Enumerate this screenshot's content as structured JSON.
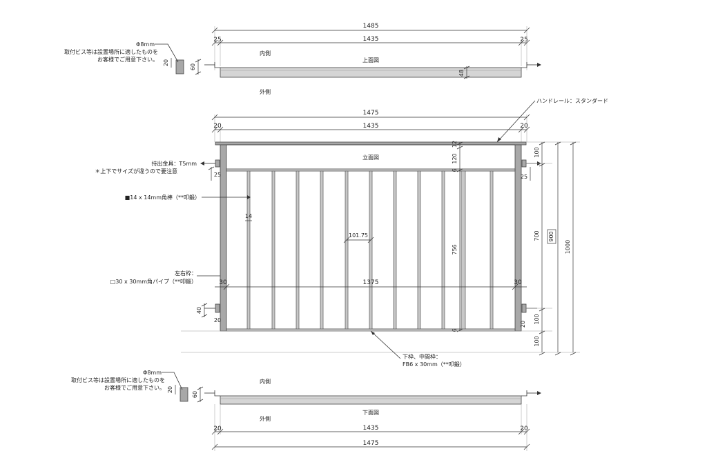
{
  "top_view": {
    "title": "上面図",
    "inside_label": "内側",
    "outside_label": "外側",
    "dim_total": "1485",
    "dim_inner": "1435",
    "dim_left": "25",
    "dim_right": "25",
    "dim_depth": "48",
    "bracket_height": "60",
    "bracket_width": "20",
    "screw_note_title": "Φ8mm",
    "screw_note_line1": "取付ビス等は設置場所に適したものを",
    "screw_note_line2": "お客様でご用意下さい。"
  },
  "elevation": {
    "title": "立面図",
    "dim_total": "1475",
    "dim_inner": "1435",
    "dim_left": "20",
    "dim_right": "20",
    "handrail_label": "ハンドレール：スタンダード",
    "bracket_label": "持出金具：T5mm",
    "bracket_note": "＊上下でサイズが違うので要注意",
    "baluster_label": "■14 x 14mm角棒（**叩鍛）",
    "baluster_width": "14",
    "baluster_pitch": "101.75",
    "side_frame_label1": "左右枠：",
    "side_frame_label2": "□30 x 30mm角パイプ（**叩鍛）",
    "dim_side_left": "30",
    "dim_side_right": "30",
    "dim_span": "1375",
    "dim_top_25_left": "25",
    "dim_top_25_right": "25",
    "dim_bottom_40": "40",
    "dim_bottom_20_left": "20",
    "dim_bottom_20_right": "20",
    "dim_rail_12": "12",
    "dim_rail_120": "120",
    "dim_rail_6_top": "6",
    "dim_756": "756",
    "dim_rail_6_bottom": "6",
    "dim_right_100_top": "100",
    "dim_right_700": "700",
    "dim_right_900": "900",
    "dim_right_1000": "1000",
    "dim_right_100_bottom": "100",
    "dim_right_100_base": "100",
    "bottom_frame_label1": "下枠、中間枠：",
    "bottom_frame_label2": "FB6 x 30mm（**叩鍛）"
  },
  "bottom_view": {
    "title": "下面図",
    "inside_label": "内側",
    "outside_label": "外側",
    "dim_total": "1475",
    "dim_inner": "1435",
    "dim_left": "20",
    "dim_right": "20",
    "bracket_height": "60",
    "bracket_width": "20",
    "screw_note_title": "Φ8mm",
    "screw_note_line1": "取付ビス等は設置場所に適したものを",
    "screw_note_line2": "お客様でご用意下さい。"
  },
  "colors": {
    "part_fill": "#a8a8a8",
    "line": "#333333",
    "background": "#ffffff"
  }
}
